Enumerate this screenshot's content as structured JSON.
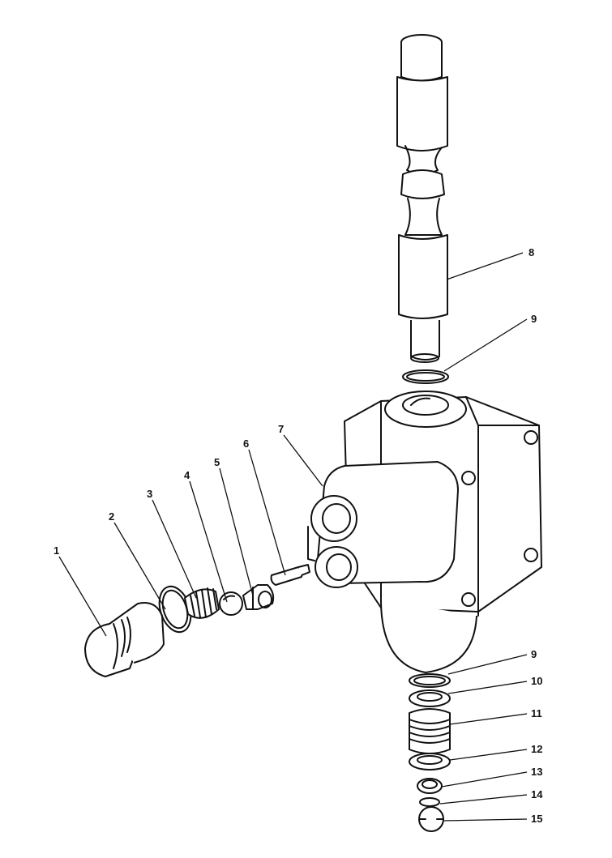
{
  "callouts": {
    "c1": "1",
    "c2": "2",
    "c3": "3",
    "c4": "4",
    "c5": "5",
    "c6": "6",
    "c7": "7",
    "c8": "8",
    "c9a": "9",
    "c9b": "9",
    "c10": "10",
    "c11": "11",
    "c12": "12",
    "c13": "13",
    "c14": "14",
    "c15": "15"
  },
  "colors": {
    "ink": "#111111",
    "paper": "#ffffff"
  }
}
